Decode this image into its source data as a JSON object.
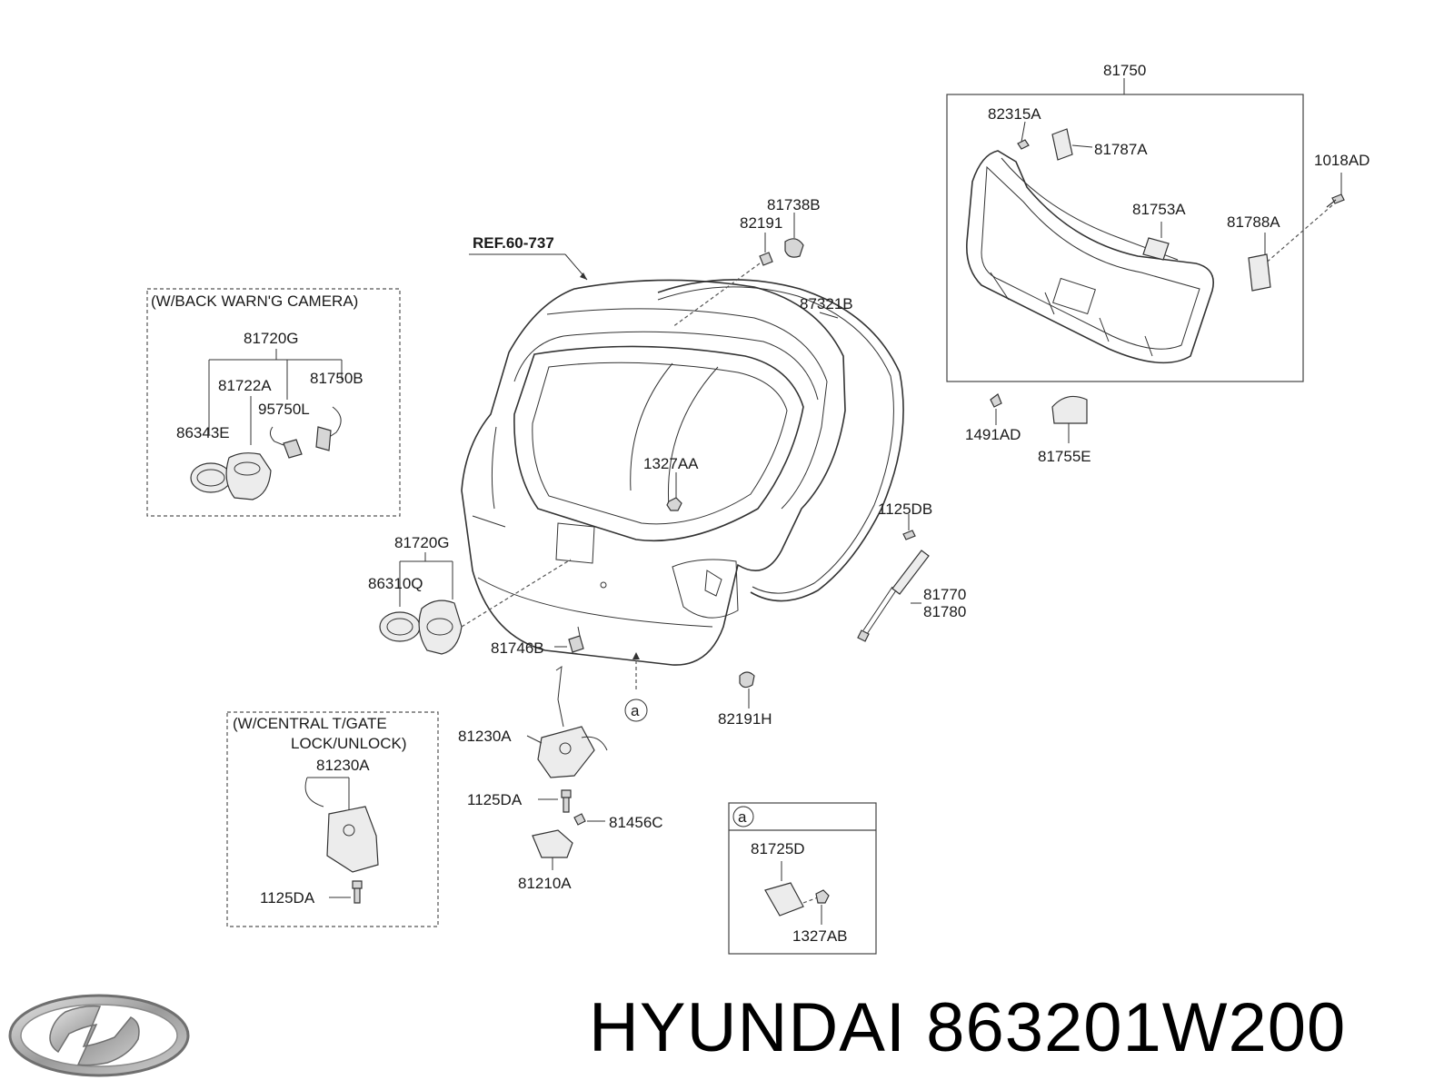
{
  "brand": {
    "name": "HYUNDAI",
    "part_number": "863201W200"
  },
  "reference": "REF.60-737",
  "variant_boxes": {
    "camera": "(W/BACK WARN'G CAMERA)",
    "central_lock_line1": "(W/CENTRAL T/GATE",
    "central_lock_line2": "LOCK/UNLOCK)",
    "detail_a_marker": "a"
  },
  "parts": {
    "p81750": "81750",
    "p82315A": "82315A",
    "p81787A": "81787A",
    "p1018AD": "1018AD",
    "p81753A": "81753A",
    "p81788A": "81788A",
    "p1491AD": "1491AD",
    "p81755E": "81755E",
    "p81738B": "81738B",
    "p82191": "82191",
    "p87321B": "87321B",
    "p81720G_cam": "81720G",
    "p81722A": "81722A",
    "p81750B": "81750B",
    "p95750L": "95750L",
    "p86343E": "86343E",
    "p1327AA": "1327AA",
    "p1125DB": "1125DB",
    "p81720G": "81720G",
    "p86310Q": "86310Q",
    "p81770": "81770",
    "p81780": "81780",
    "p81746B": "81746B",
    "p82191H": "82191H",
    "p81230A_cl": "81230A",
    "p1125DA_cl": "1125DA",
    "p81230A": "81230A",
    "p1125DA": "1125DA",
    "p81456C": "81456C",
    "p81210A": "81210A",
    "p81725D": "81725D",
    "p1327AB": "1327AB",
    "marker_a": "a"
  },
  "colors": {
    "line": "#333333",
    "text": "#1a1a1a",
    "logo_silver": "#9a9a9a"
  }
}
